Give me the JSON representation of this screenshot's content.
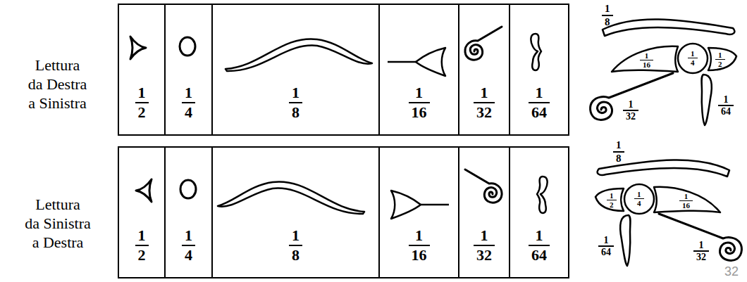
{
  "diagram": {
    "nodes": [
      {
        "text": [
          "1",
          "2"
        ]
      },
      {
        "text": [
          "1",
          "4"
        ]
      },
      {
        "text": [
          "1",
          "8"
        ]
      },
      {
        "text": [
          "1",
          "16"
        ]
      },
      {
        "text": [
          "1",
          "32"
        ]
      },
      {
        "text": [
          "1",
          "64"
        ]
      },
      {
        "text": [
          "1",
          "2"
        ]
      },
      {
        "text": [
          "1",
          "4"
        ]
      },
      {
        "text": [
          "1",
          "8"
        ]
      },
      {
        "text": [
          "1",
          "16"
        ]
      },
      {
        "text": [
          "1",
          "32"
        ]
      },
      {
        "text": [
          "1",
          "64"
        ]
      }
    ],
    "labels": [
      "Lettura da Destra a Sinistra",
      "1",
      "8",
      "1",
      "16",
      "1",
      "4",
      "1",
      "2",
      "1",
      "32",
      "1",
      "64",
      "Lettura da Sinistra a Destra",
      "1",
      "8",
      "1",
      "2",
      "1",
      "4",
      "1",
      "16",
      "1",
      "32",
      "1",
      "64",
      "32"
    ]
  }
}
